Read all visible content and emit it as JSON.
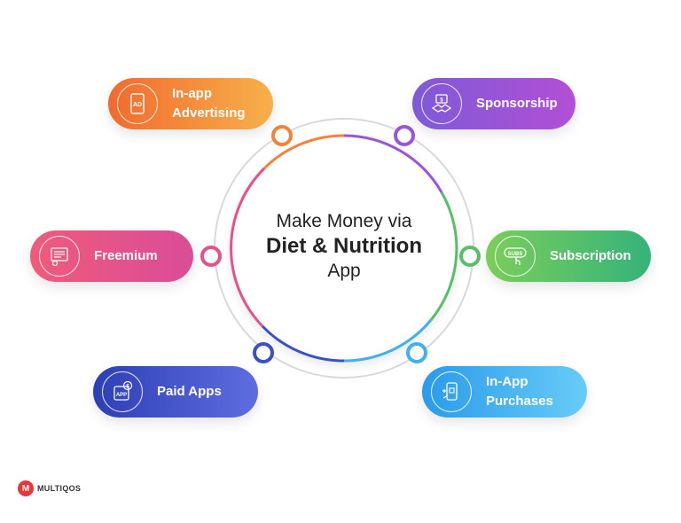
{
  "center": {
    "line1": "Make Money via",
    "line2": "Diet & Nutrition",
    "line3": "App"
  },
  "items": {
    "advertising": {
      "line1": "In-app",
      "line2": "Advertising",
      "icon": "ad-phone-icon"
    },
    "sponsorship": {
      "label": "Sponsorship",
      "icon": "handshake-icon"
    },
    "freemium": {
      "label": "Freemium",
      "icon": "free-tag-icon"
    },
    "subscription": {
      "label": "Subscription",
      "icon": "subs-click-icon"
    },
    "paid_apps": {
      "label": "Paid Apps",
      "icon": "app-dollar-icon"
    },
    "in_app_purchases": {
      "line1": "In-App",
      "line2": "Purchases",
      "icon": "mobile-purchase-icon"
    }
  },
  "colors": {
    "advertising": "#f3833a",
    "sponsorship": "#9a55d8",
    "freemium": "#e8508a",
    "subscription": "#56bf67",
    "paid_apps": "#3b4fcc",
    "in_app_purchases": "#3fb0f0"
  },
  "logo": {
    "text": "MULTIQOS",
    "mark": "M"
  }
}
